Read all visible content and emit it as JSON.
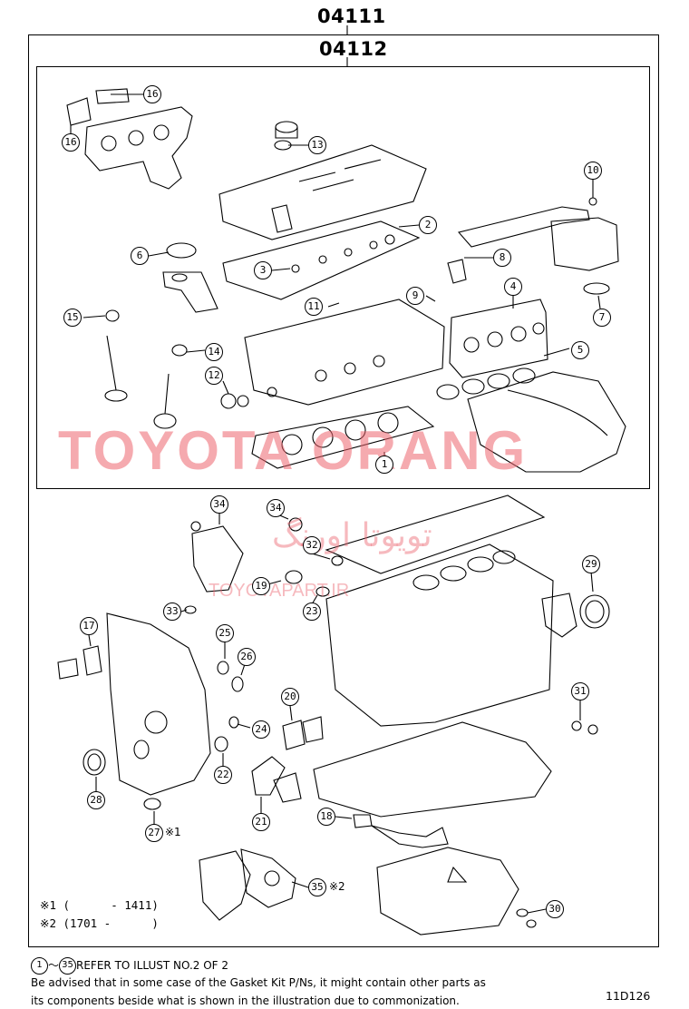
{
  "header": {
    "part_code_outer": "04111",
    "part_code_inner": "04112"
  },
  "callouts": [
    {
      "num": "16"
    },
    {
      "num": "16"
    },
    {
      "num": "13"
    },
    {
      "num": "10"
    },
    {
      "num": "2"
    },
    {
      "num": "6"
    },
    {
      "num": "3"
    },
    {
      "num": "8"
    },
    {
      "num": "4"
    },
    {
      "num": "9"
    },
    {
      "num": "7"
    },
    {
      "num": "11"
    },
    {
      "num": "15"
    },
    {
      "num": "14"
    },
    {
      "num": "5"
    },
    {
      "num": "12"
    },
    {
      "num": "1"
    },
    {
      "num": "34"
    },
    {
      "num": "34"
    },
    {
      "num": "32"
    },
    {
      "num": "29"
    },
    {
      "num": "19"
    },
    {
      "num": "33"
    },
    {
      "num": "23"
    },
    {
      "num": "17"
    },
    {
      "num": "25"
    },
    {
      "num": "26"
    },
    {
      "num": "20"
    },
    {
      "num": "31"
    },
    {
      "num": "24"
    },
    {
      "num": "22"
    },
    {
      "num": "28"
    },
    {
      "num": "21"
    },
    {
      "num": "18"
    },
    {
      "num": "27"
    },
    {
      "num": "35"
    },
    {
      "num": "30"
    }
  ],
  "notes": {
    "mark_27": "※1",
    "mark_35": "※2"
  },
  "remarks": {
    "line1": "※1 (      - 1411)",
    "line2": "※2 (1701 -      )"
  },
  "footer": {
    "ref_start": "1",
    "ref_tilde": "～",
    "ref_end": "35",
    "ref_text": "REFER TO ILLUST NO.2 OF 2",
    "advice_line1": "Be advised that in some case of the Gasket Kit P/Ns,  it might contain other parts as",
    "advice_line2": "its components beside what is shown in the illustration due to commonization.",
    "figure_id": "11D126"
  },
  "watermark": {
    "latin": "TOYOTA ORANG",
    "arabic": "تویوتا اورنگ",
    "site": "TOYOTAPART.IR"
  }
}
